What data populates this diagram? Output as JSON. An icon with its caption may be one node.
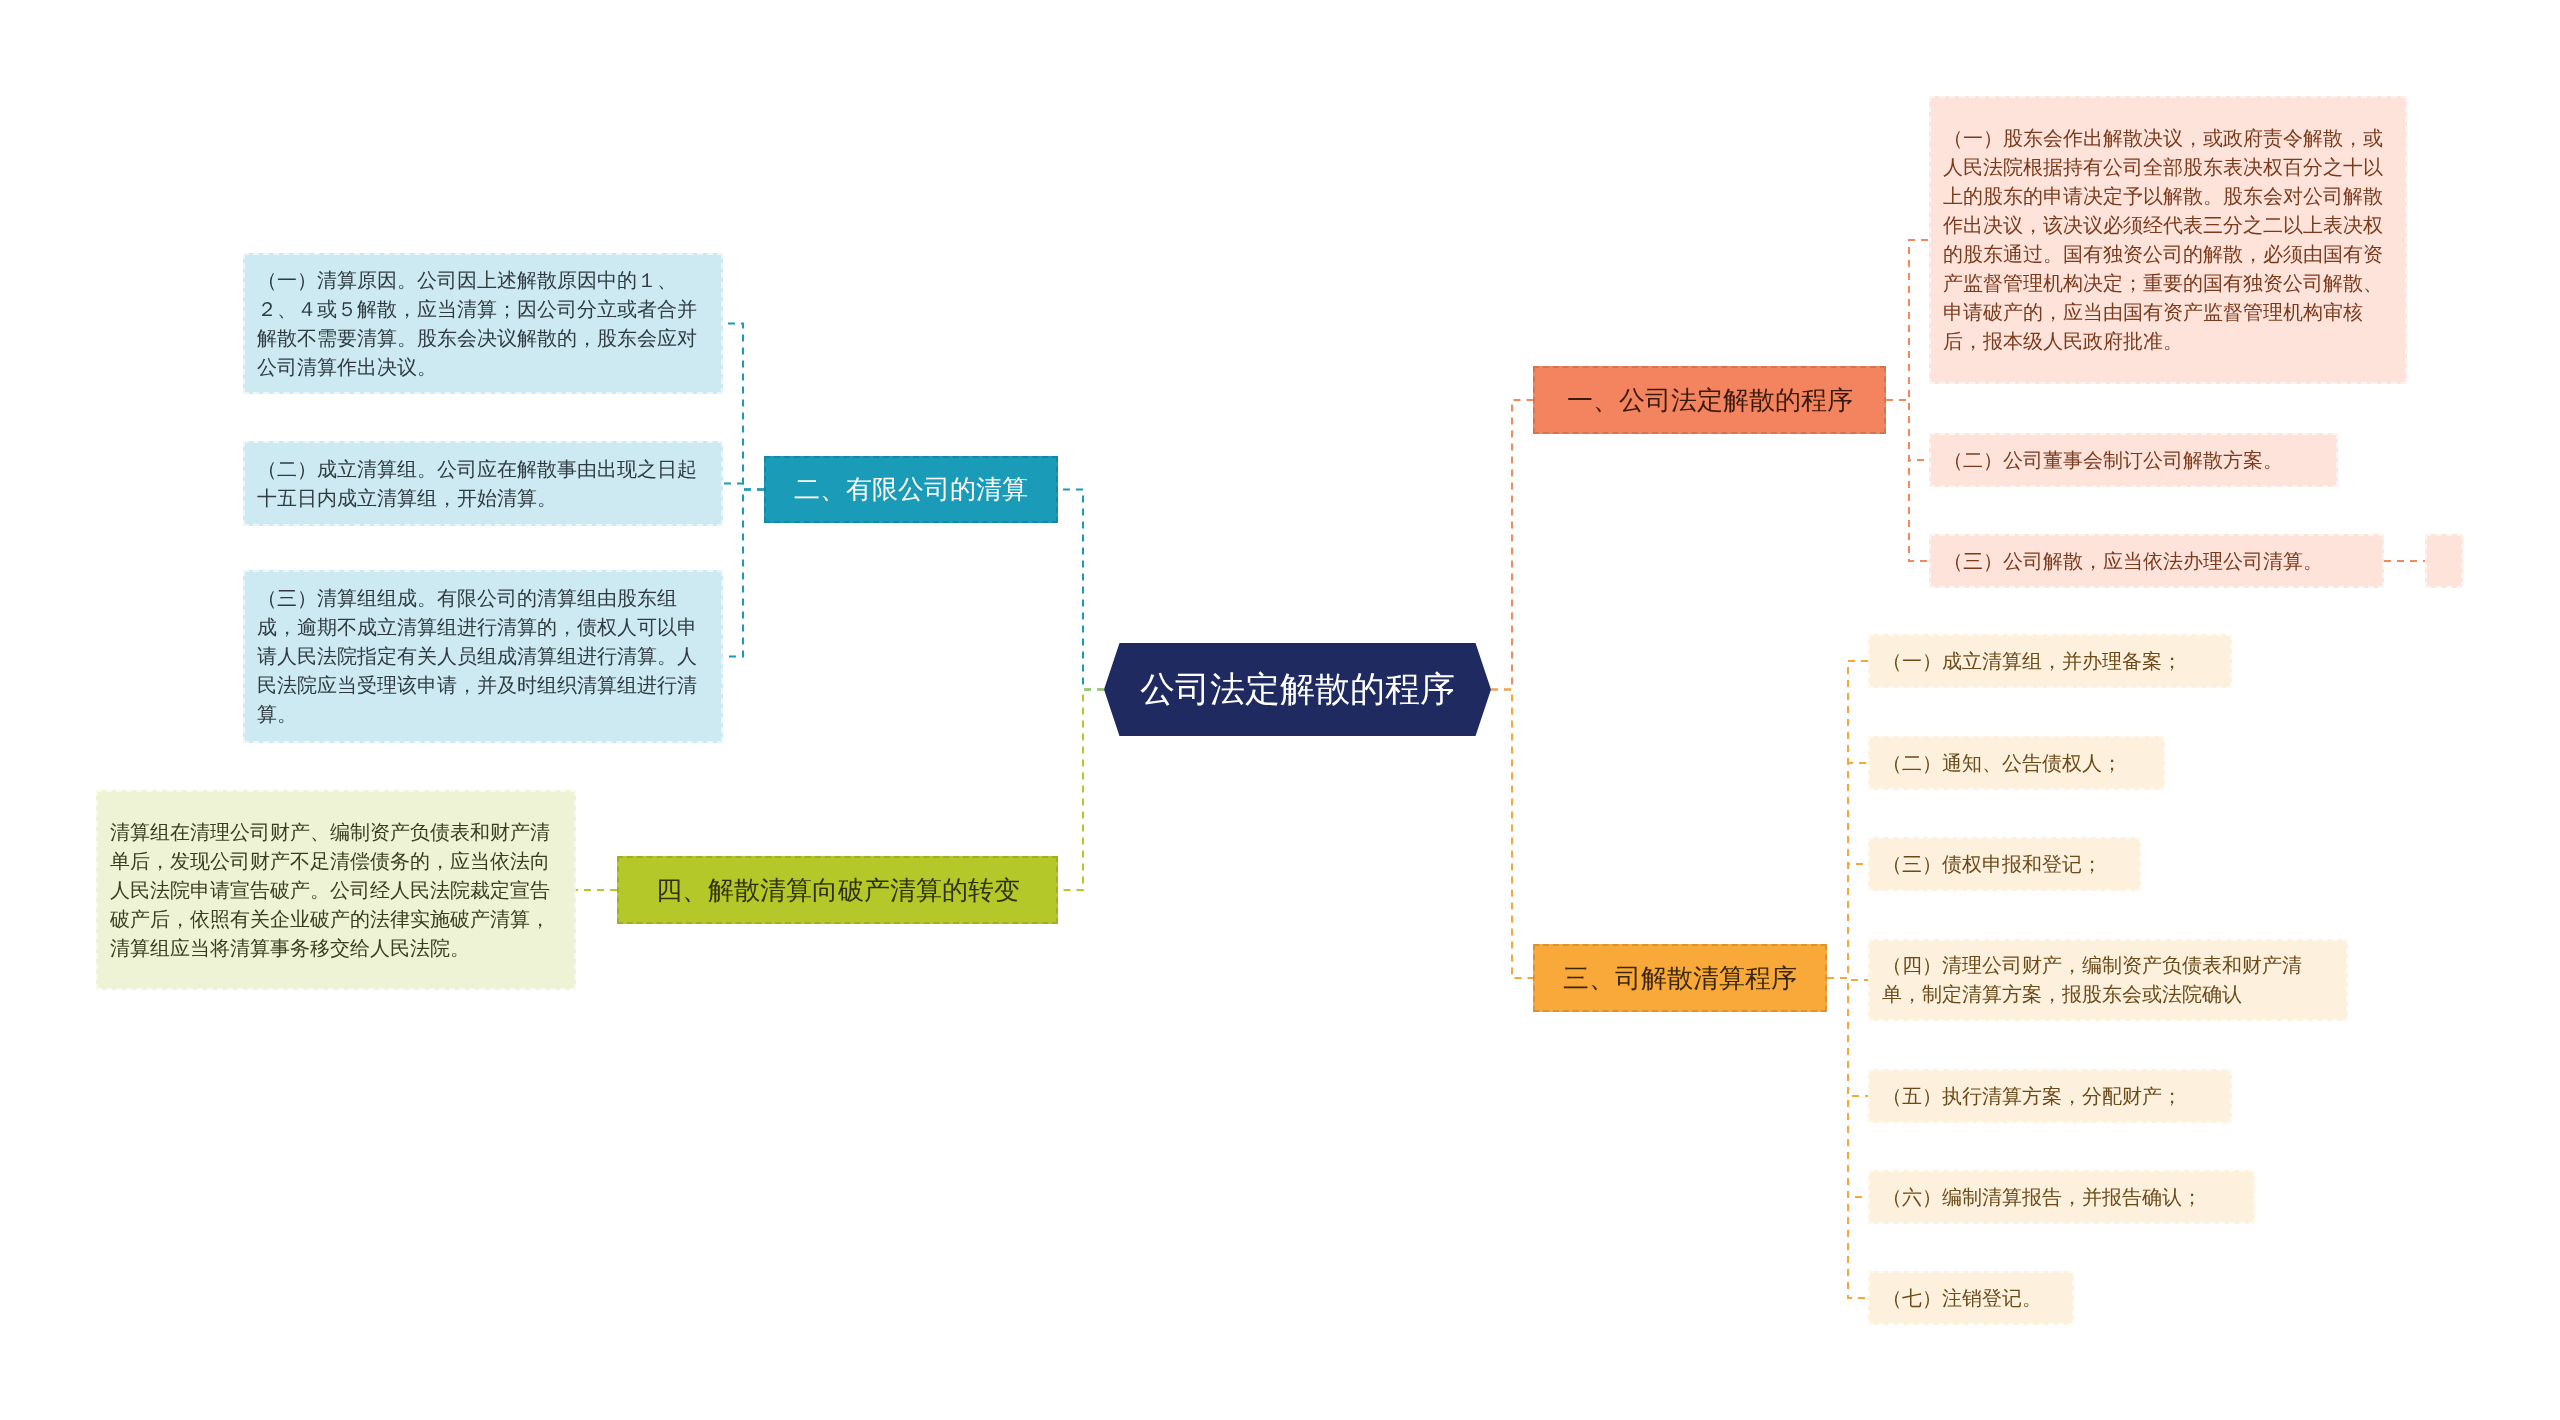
{
  "diagram": {
    "nodes": [
      {
        "text": [
          "公司法定解散的程序"
        ]
      },
      {
        "text": [
          "一、公司法定解散的程序"
        ]
      },
      {
        "text": [
          "（一）股东会作出解散决议，或政府责令解散，或人民法院根据持有公司全部股东表决权百分之十以上的股东的申请决定予以解散。股东会对公司解散作出决议，该决议必须经代表三分之二以上表决权的股东通过。国有独资公司的解散，必须由国有资产监督管理机构决定；重要的国有独资公司解散、申请破产的，应当由国有资产监督管理机构审核后，报本级人民政府批准。"
        ]
      },
      {
        "text": [
          "（二）公司董事会制订公司解散方案。"
        ]
      },
      {
        "text": [
          "（三）公司解散，应当依法办理公司清算。"
        ]
      },
      {
        "text": [],
        "shape": "box"
      },
      {
        "text": [
          "二、有限公司的清算"
        ]
      },
      {
        "text": [
          "（一）清算原因。公司因上述解散原因中的１、２、４或５解散，应当清算；因公司分立或者合并解散不需要清算。股东会决议解散的，股东会应对公司清算作出决议。"
        ]
      },
      {
        "text": [
          "（二）成立清算组。公司应在解散事由出现之日起十五日内成立清算组，开始清算。"
        ]
      },
      {
        "text": [
          "（三）清算组组成。有限公司的清算组由股东组成，逾期不成立清算组进行清算的，债权人可以申请人民法院指定有关人员组成清算组进行清算。人民法院应当受理该申请，并及时组织清算组进行清算。"
        ]
      },
      {
        "text": [
          "三、司解散清算程序"
        ]
      },
      {
        "text": [
          "（一）成立清算组，并办理备案；"
        ]
      },
      {
        "text": [
          "（二）通知、公告债权人；"
        ]
      },
      {
        "text": [
          "（三）债权申报和登记；"
        ]
      },
      {
        "text": [
          "（四）清理公司财产，编制资产负债表和财产清单，制定清算方案，报股东会或法院确认"
        ]
      },
      {
        "text": [
          "（五）执行清算方案，分配财产；"
        ]
      },
      {
        "text": [
          "（六）编制清算报告，并报告确认；"
        ]
      },
      {
        "text": [
          "（七）注销登记。"
        ]
      },
      {
        "text": [
          "四、解散清算向破产清算的转变"
        ]
      },
      {
        "text": [
          "清算组在清理公司财产、编制资产负债表和财产清单后，发现公司财产不足清偿债务的，应当依法向人民法院申请宣告破产。公司经人民法院裁定宣告破产后，依照有关企业破产的法律实施破产清算，清算组应当将清算事务移交给人民法院。"
        ]
      }
    ],
    "edges": [
      {
        "from": 0,
        "to": 1,
        "arrow": "none",
        "style": "dashed",
        "color": "#f08a5d"
      },
      {
        "from": 1,
        "to": 2,
        "arrow": "none",
        "style": "dashed",
        "color": "#f08a5d"
      },
      {
        "from": 1,
        "to": 3,
        "arrow": "none",
        "style": "dashed",
        "color": "#f08a5d"
      },
      {
        "from": 1,
        "to": 4,
        "arrow": "none",
        "style": "dashed",
        "color": "#f08a5d"
      },
      {
        "from": 4,
        "to": 5,
        "arrow": "none",
        "style": "dashed",
        "color": "#f08a5d"
      },
      {
        "from": 0,
        "to": 6,
        "arrow": "none",
        "style": "dashed",
        "color": "#1a9bb8"
      },
      {
        "from": 6,
        "to": 7,
        "arrow": "none",
        "style": "dashed",
        "color": "#1a9bb8"
      },
      {
        "from": 6,
        "to": 8,
        "arrow": "none",
        "style": "dashed",
        "color": "#1a9bb8"
      },
      {
        "from": 6,
        "to": 9,
        "arrow": "none",
        "style": "dashed",
        "color": "#1a9bb8"
      },
      {
        "from": 0,
        "to": 10,
        "arrow": "none",
        "style": "dashed",
        "color": "#f5a83a"
      },
      {
        "from": 10,
        "to": 11,
        "arrow": "none",
        "style": "dashed",
        "color": "#f5a83a"
      },
      {
        "from": 10,
        "to": 12,
        "arrow": "none",
        "style": "dashed",
        "color": "#f5a83a"
      },
      {
        "from": 10,
        "to": 13,
        "arrow": "none",
        "style": "dashed",
        "color": "#f5a83a"
      },
      {
        "from": 10,
        "to": 14,
        "arrow": "none",
        "style": "dashed",
        "color": "#f5a83a"
      },
      {
        "from": 10,
        "to": 15,
        "arrow": "none",
        "style": "dashed",
        "color": "#f5a83a"
      },
      {
        "from": 10,
        "to": 16,
        "arrow": "none",
        "style": "dashed",
        "color": "#f5a83a"
      },
      {
        "from": 10,
        "to": 17,
        "arrow": "none",
        "style": "dashed",
        "color": "#f5a83a"
      },
      {
        "from": 0,
        "to": 18,
        "arrow": "none",
        "style": "dashed",
        "color": "#b5c82a"
      },
      {
        "from": 18,
        "to": 19,
        "arrow": "none",
        "style": "dashed",
        "color": "#b5c82a"
      }
    ]
  }
}
